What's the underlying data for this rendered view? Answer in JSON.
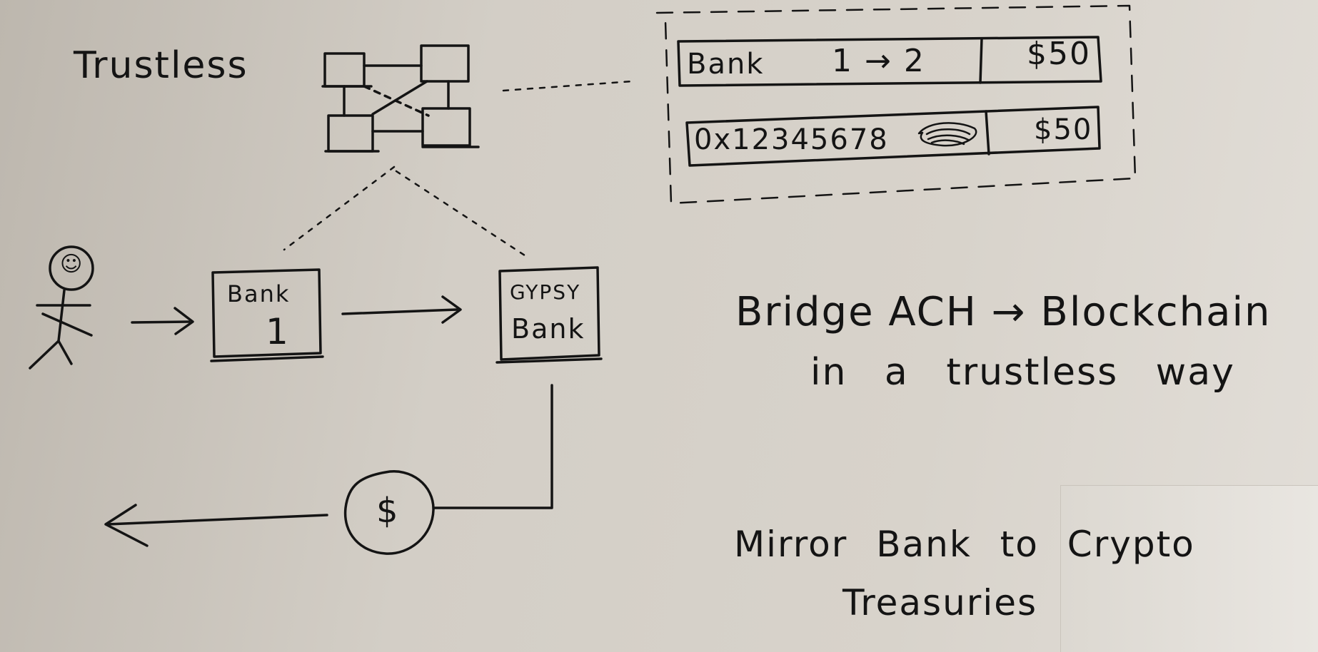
{
  "trustless_label": "Trustless",
  "ledger": {
    "row1": {
      "desc": "Bank",
      "transfer": "1 → 2",
      "amount": "$50"
    },
    "row2": {
      "address": "0x12345678",
      "amount": "$50"
    }
  },
  "user_face": "☺",
  "bank1": {
    "line1": "Bank",
    "line2": "1"
  },
  "gypsy_bank": {
    "line1": "GYPSY",
    "line2": "Bank"
  },
  "coin_symbol": "$",
  "note_bridge": {
    "line1": "Bridge ACH → Blockchain",
    "line2": "in a trustless way"
  },
  "note_mirror": {
    "line1": "Mirror Bank to Crypto",
    "line2": "Treasuries"
  },
  "ink_color": "#141414",
  "paper_color": "#d3cec6"
}
